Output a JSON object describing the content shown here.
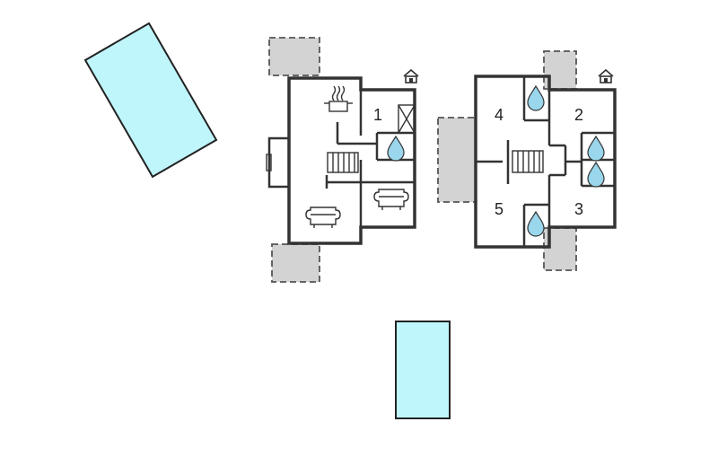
{
  "plan": {
    "rooms": {
      "r1": "1",
      "r2": "2",
      "r3": "3",
      "r4": "4",
      "r5": "5"
    }
  },
  "colors": {
    "pool": "#bff6fb",
    "terrace": "#d3d3d3",
    "wall": "#333333",
    "water": "#9ad6ec"
  },
  "icons": [
    "pool",
    "terrace",
    "kitchen-pot-icon",
    "sofa-icon",
    "stairs-icon",
    "water-drop-icon",
    "house-icon",
    "chimney-icon"
  ]
}
